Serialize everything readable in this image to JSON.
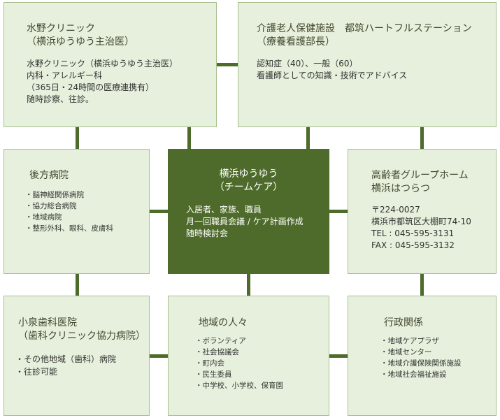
{
  "nodes": {
    "mizuno": {
      "title_1": "水野クリニック",
      "title_2": "（横浜ゆうゆう主治医）",
      "lines": [
        "水野クリニック（横浜ゆうゆう主治医）",
        "内科・アレルギー科",
        "（365日・24時間の医療連携有）",
        "随時診察、往診。"
      ]
    },
    "kaigo": {
      "title_1": "介護老人保健施設　都筑ハートフルステーション",
      "title_2": "（療養看護部長）",
      "lines": [
        "認知症（40）、一般（60）",
        "看護師としての知識・技術でアドバイス"
      ]
    },
    "koho": {
      "title": "後方病院",
      "items": [
        "脳神経関係病院",
        "協力総合病院",
        "地域病院",
        "整形外科、眼科、皮膚科"
      ]
    },
    "center": {
      "title_1": "横浜ゆうゆう",
      "title_2": "（チームケア）",
      "lines": [
        "入居者、家族、職員",
        "月一回職員会議 / ケア計画作成",
        "随時検討会"
      ]
    },
    "group_home": {
      "title_1": "高齢者グループホーム",
      "title_2": "横浜はつらつ",
      "lines": [
        "〒224-0027",
        "横浜市都筑区大棚町74-10",
        "TEL : 045-595-3131",
        "FAX : 045-595-3132"
      ]
    },
    "koizumi": {
      "title_1": "小泉歯科医院",
      "title_2": "（歯科クリニック協力病院）",
      "items": [
        "その他地域（歯科）病院",
        "往診可能"
      ]
    },
    "chiiki": {
      "title": "地域の人々",
      "items": [
        "ボランティア",
        "社会協議会",
        "町内会",
        "民生委員",
        "中学校、小学校、保育園"
      ]
    },
    "gyosei": {
      "title": "行政関係",
      "items": [
        "地域ケアプラザ",
        "地域センター",
        "地域介護保険関係施設",
        "地域社会福祉施設"
      ]
    }
  },
  "colors": {
    "box_fill": "#e6f0dc",
    "box_border": "#a7c08d",
    "center_fill": "#4e6b2b",
    "connector": "#4d6b2b"
  }
}
